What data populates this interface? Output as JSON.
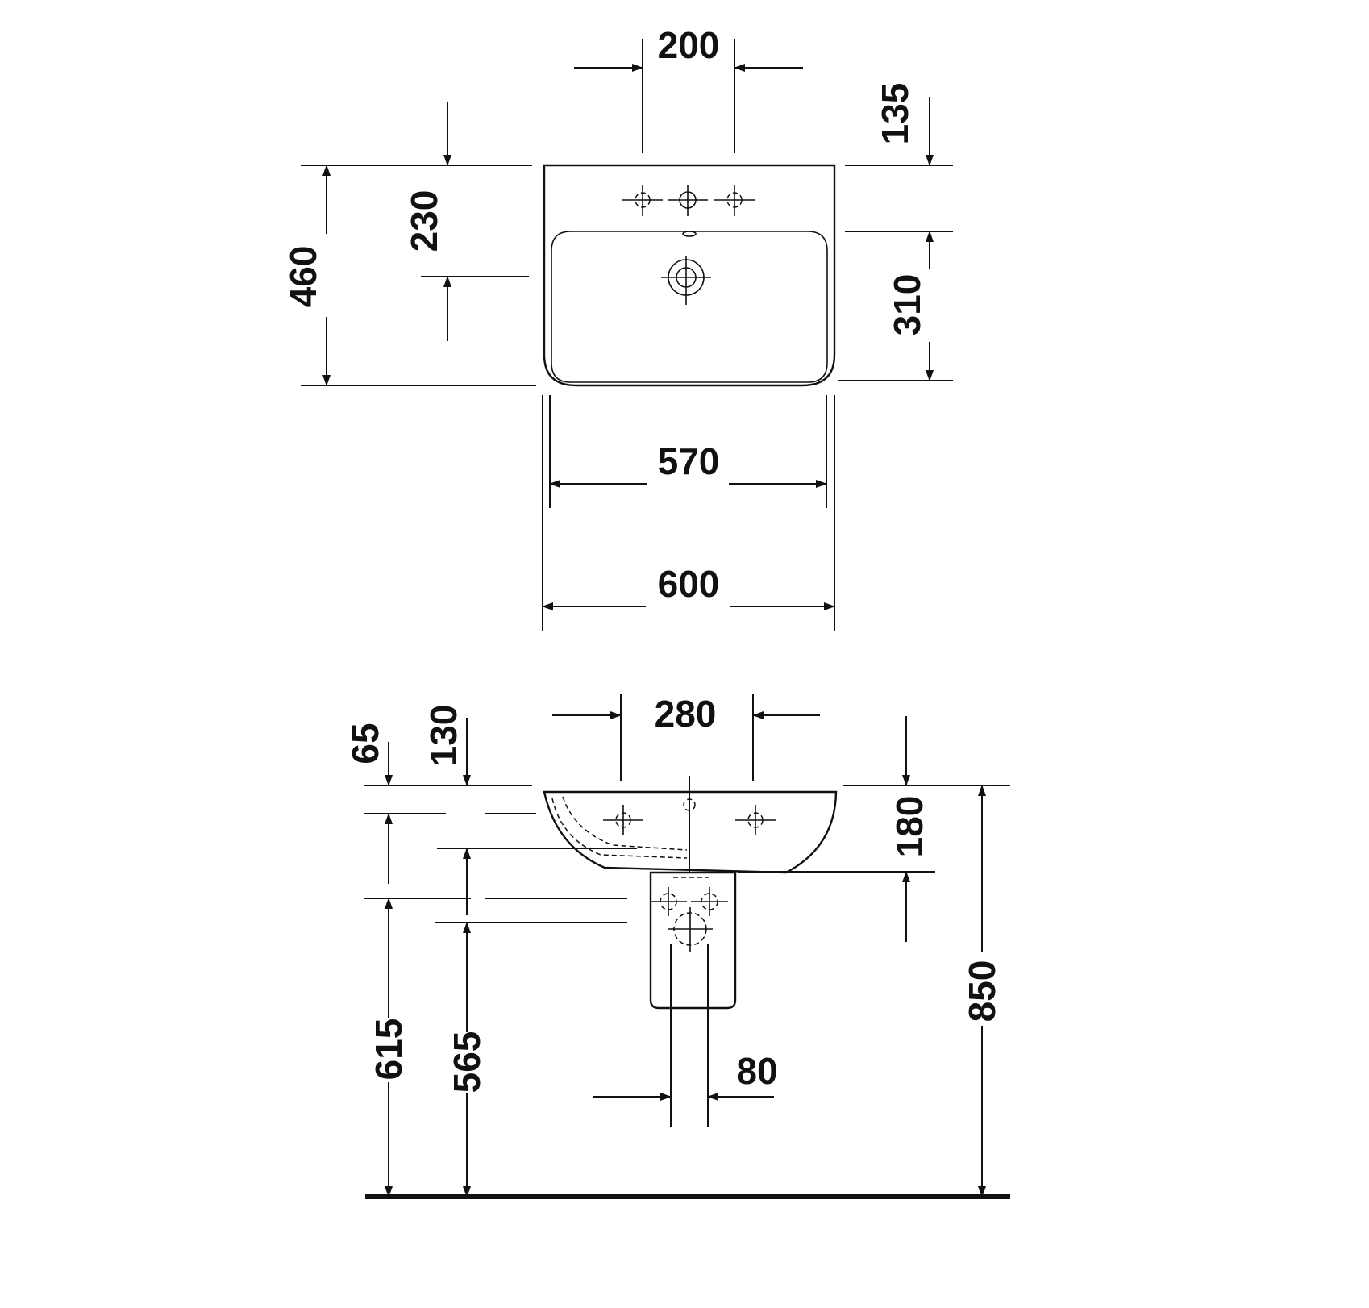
{
  "top_view": {
    "dims": {
      "tap_hole_spacing": "200",
      "front_clearance": "135",
      "depth_total": "460",
      "waste_offset": "230",
      "bowl_depth": "310",
      "bowl_width": "570",
      "overall_width": "600"
    }
  },
  "side_view": {
    "dims": {
      "pedestal_width": "280",
      "rim_thickness": "65",
      "overflow_height": "130",
      "side_depth": "180",
      "pedestal_height_a": "615",
      "pedestal_height_b": "565",
      "pipe_spacing": "80",
      "rim_height": "850"
    }
  },
  "colors": {
    "line": "#111111",
    "background": "#ffffff"
  }
}
